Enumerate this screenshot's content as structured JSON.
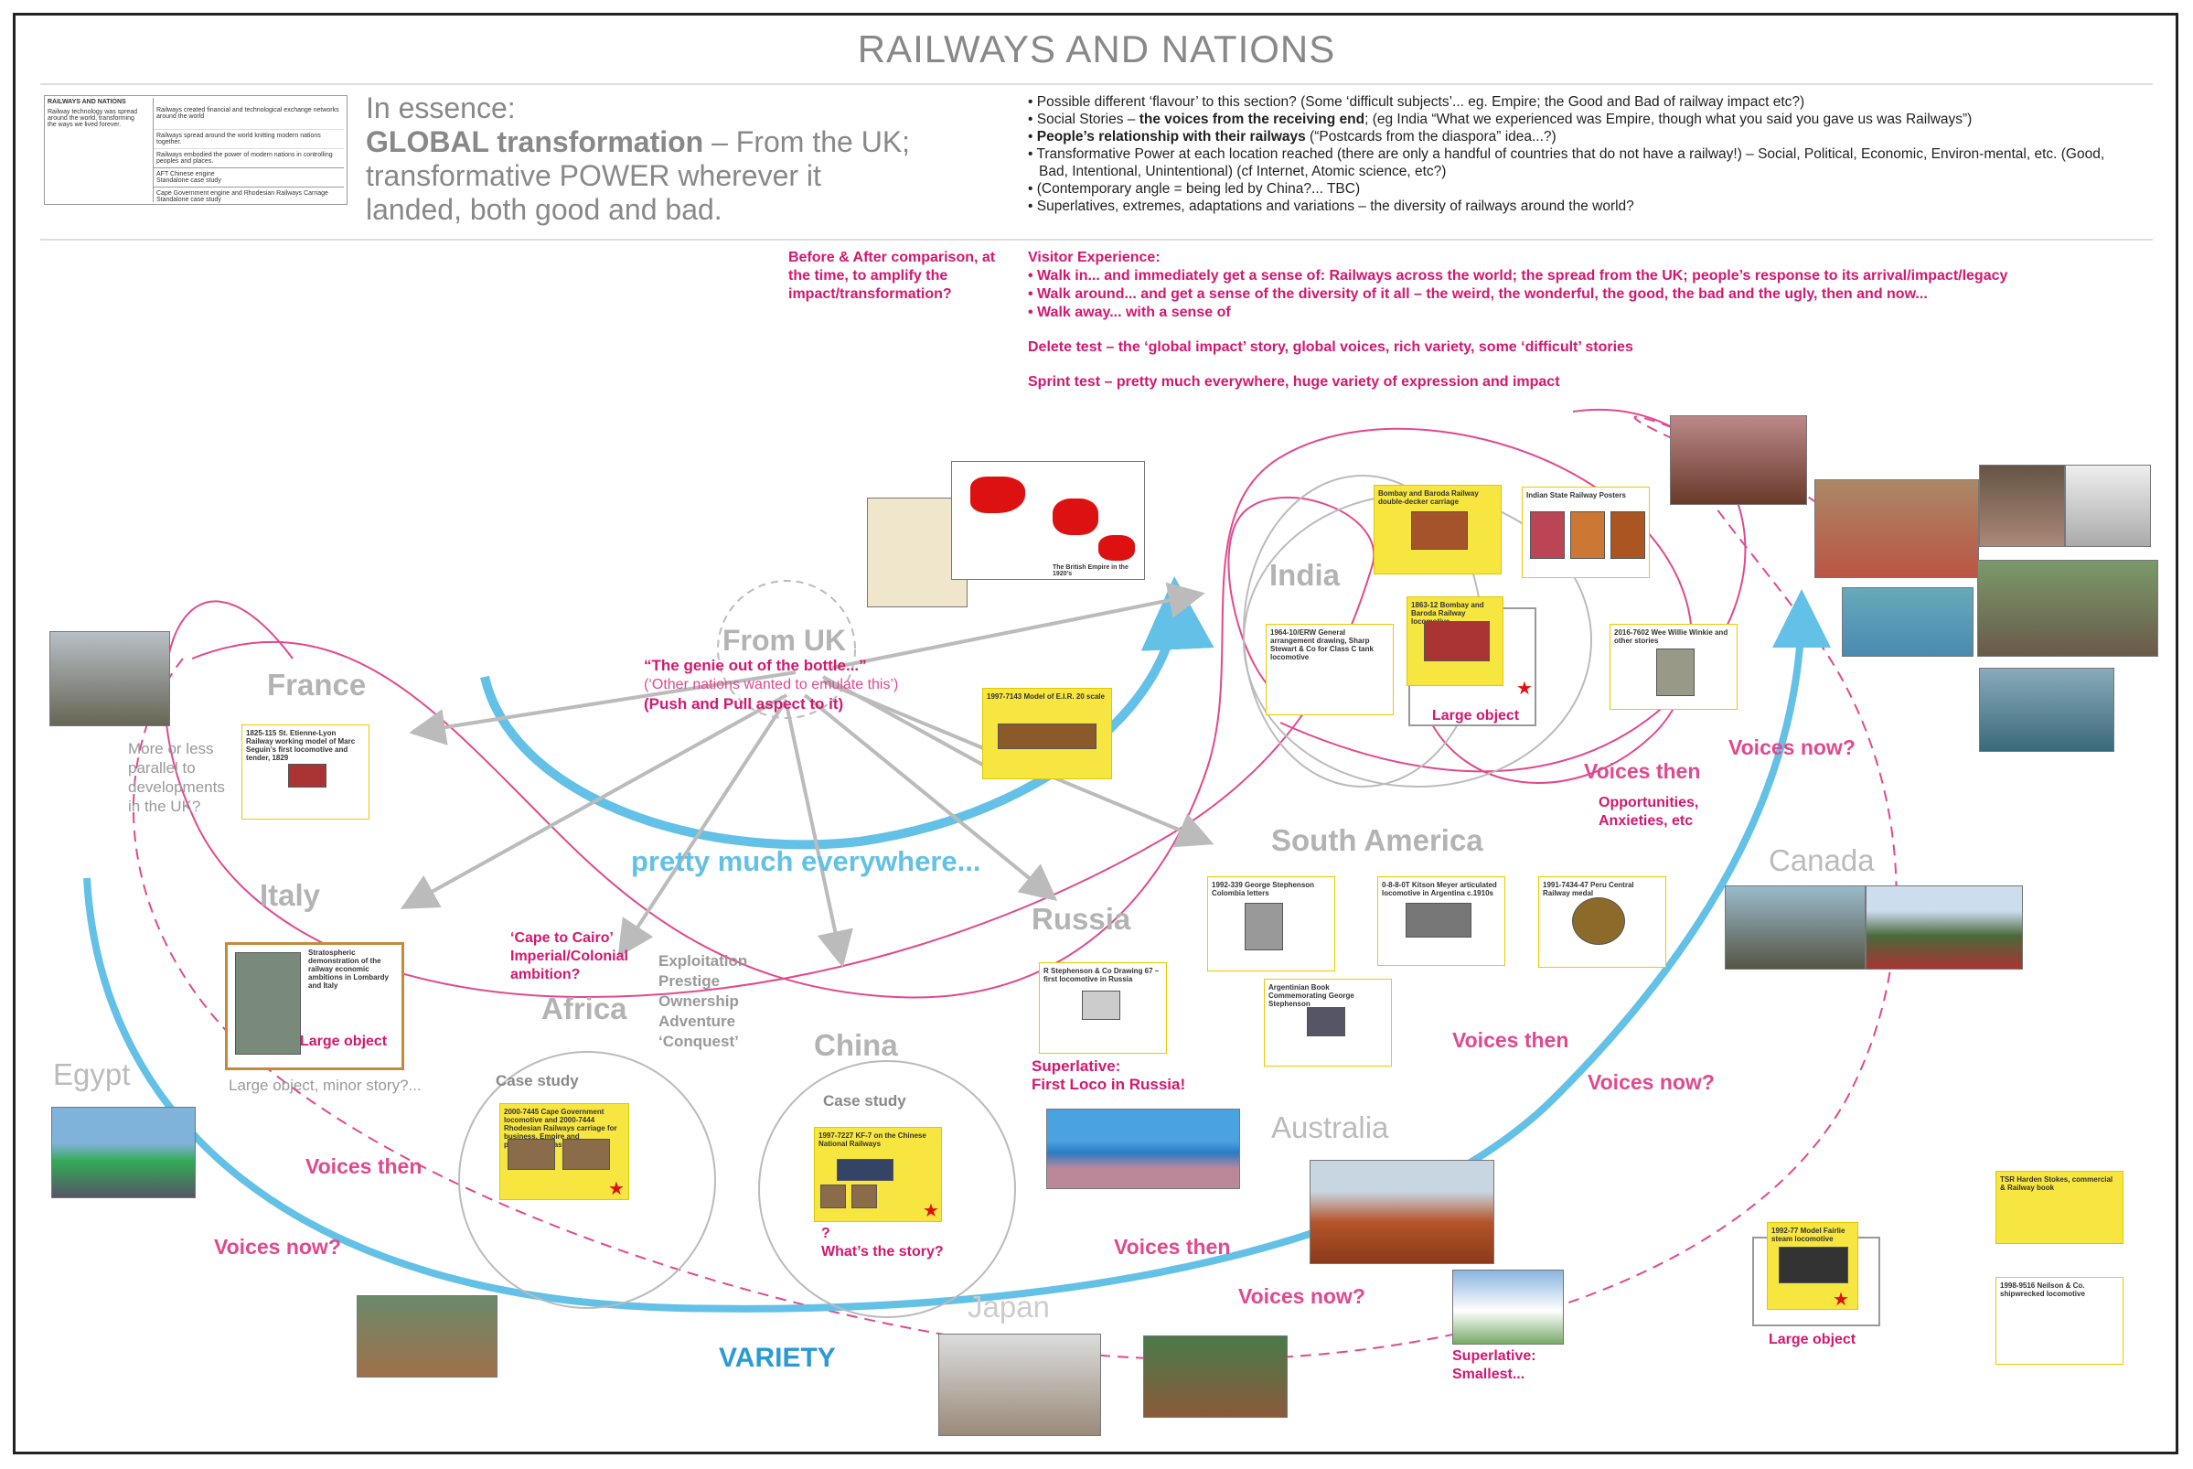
{
  "title": "RAILWAYS AND NATIONS",
  "summary_doc": {
    "heading": "RAILWAYS AND NATIONS",
    "left_text": "Railway technology was spread around the world, transforming the ways we lived forever.",
    "rows": [
      "Railways created financial and technological exchange networks around the world",
      "Railways spread around the world knitting modern nations together.",
      "Railways embodied the power of modern nations in controlling peoples and places.",
      "AFT Chinese engine\nStandalone case study",
      "Cape Government engine and Rhodesian Railways Carriage\nStandalone case study"
    ]
  },
  "essence": {
    "intro": "In essence:",
    "bold": "GLOBAL transformation",
    "rest": " – From the UK; transformative POWER wherever it landed, both good and bad."
  },
  "bullets": [
    {
      "pre": "Possible different ‘flavour’ to this section? (Some ‘difficult subjects’... eg. Empire; the Good and Bad of railway impact etc?)",
      "bold": "",
      "post": ""
    },
    {
      "pre": "Social Stories – ",
      "bold": "the voices from the receiving end",
      "post": "; (eg India “What we experienced was Empire, though what you said you gave us was Railways”)"
    },
    {
      "pre": "",
      "bold": "People’s relationship with their railways",
      "post": " (“Postcards from the diaspora” idea...?)"
    },
    {
      "pre": "Transformative Power at each location reached (there are only a handful of countries that do not have a railway!) – Social, Political, Economic, Environ-mental, etc. (Good, Bad, Intentional, Unintentional) (cf Internet, Atomic science, etc?)",
      "bold": "",
      "post": ""
    },
    {
      "pre": "(Contemporary angle = being led by China?... TBC)",
      "bold": "",
      "post": ""
    },
    {
      "pre": "Superlatives, extremes, adaptations and variations – the diversity of railways around the world?",
      "bold": "",
      "post": ""
    }
  ],
  "before_after": "Before & After comparison, at the time, to amplify the impact/transformation?",
  "visitor": {
    "heading": "Visitor Experience:",
    "items": [
      "Walk in... and immediately get a sense of: Railways across the world; the spread from the UK; people’s response to its arrival/impact/legacy",
      "Walk around... and get a sense of the diversity of it all – the weird, the wonderful, the good, the bad and the ugly, then and now...",
      "Walk away... with a sense of"
    ],
    "delete_test": "Delete test – the ‘global impact’ story, global voices, rich variety, some ‘difficult’ stories",
    "sprint_test": "Sprint test – pretty much everywhere, huge variety of expression and impact"
  },
  "hub": {
    "label": "From UK",
    "genie": "“The genie out of the bottle...”",
    "genie_sub": "(‘Other nations wanted to emulate this’)",
    "push_pull": "(Push and Pull aspect to it)"
  },
  "empire_caption": "The British Empire in the 1920’s",
  "regions": {
    "france": "France",
    "italy": "Italy",
    "africa": "Africa",
    "china": "China",
    "russia": "Russia",
    "india": "India",
    "south_america": "South America",
    "canada": "Canada",
    "australia": "Australia",
    "japan": "Japan",
    "egypt": "Egypt"
  },
  "notes": {
    "parallel": "More or less parallel to developments in the UK?",
    "pretty_much": "pretty much everywhere...",
    "variety": "VARIETY",
    "cape_cairo": "‘Cape to Cairo’ Imperial/Colonial ambition?",
    "exploitation": [
      "Exploitation",
      "Prestige",
      "Ownership",
      "Adventure",
      "‘Conquest’"
    ],
    "large_object_italy": "Large object",
    "large_object_minor": "Large object, minor story?...",
    "case_study_africa": "Case study",
    "case_study_china": "Case study",
    "china_q": "?",
    "china_story": "What’s the story?",
    "superlative_russia": "Superlative:",
    "first_loco": "First Loco in Russia!",
    "question": "?",
    "large_object_india": "Large object",
    "opportunities": "Opportunities, Anxieties, etc",
    "superlative_small": "Superlative:",
    "smallest": "Smallest...",
    "large_object_right": "Large object"
  },
  "voices": {
    "india_then": "Voices then",
    "india_now": "Voices now?",
    "sa_then": "Voices then",
    "sa_now": "Voices now?",
    "africa_then": "Voices then",
    "egypt_now": "Voices now?",
    "aus_then": "Voices then",
    "aus_now": "Voices now?"
  },
  "cards": {
    "france": "1825-115 St. Etienne-Lyon Railway working model of Marc Seguin’s first locomotive and tender, 1829",
    "italy": "Stratospheric demonstration of the railway economic ambitions in Lombardy and Italy",
    "africa": "2000-7445 Cape Government locomotive and 2000-7444 Rhodesian Railways carriage for business. Empire and preservation case study",
    "china": "1997-7227 KF-7 on the Chinese National Railways",
    "uk_box": "1997-7143 Model of E.I.R. 20 scale",
    "india_1": "Bombay and Baroda Railway double-decker carriage",
    "india_2": "Indian State Railway Posters",
    "india_3": "1863-12 Bombay and Baroda Railway locomotive",
    "india_4": "1964-10/ERW General arrangement drawing, Sharp Stewart & Co for Class C tank locomotive",
    "india_5": "2016-7602 Wee Willie Winkie and other stories",
    "sa_1": "1992-339 George Stephenson Colombia letters",
    "sa_2": "0-8-8-0T Kitson Meyer articulated locomotive in Argentina c.1910s",
    "sa_3": "1991-7434-47 Peru Central Railway medal",
    "russia_1": "R Stephenson & Co Drawing 67 – first locomotive in Russia",
    "russia_2": "Argentinian Book Commemorating George Stephenson",
    "right_1": "1992-77 Model Fairlie steam locomotive",
    "right_2": "1998-9516 Neilson & Co. shipwrecked locomotive",
    "right_3": "TSR Harden Stokes, commercial & Railway book"
  },
  "colors": {
    "magenta": "#d4176f",
    "pink": "#e0498e",
    "blue": "#63c0e6",
    "grey": "#b3b3b3",
    "yellow": "#f7e640"
  }
}
